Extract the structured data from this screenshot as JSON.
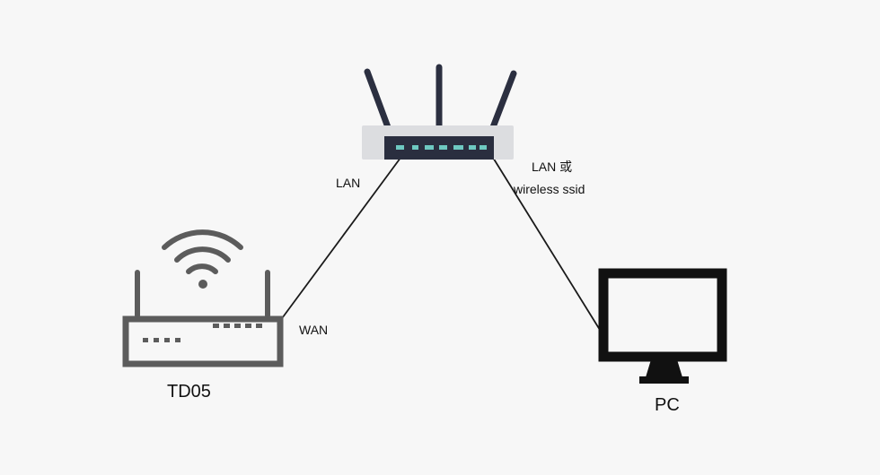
{
  "nodes": {
    "main_router": {
      "icon": "wireless-router-icon"
    },
    "td05": {
      "label": "TD05",
      "icon": "wifi-router-icon"
    },
    "pc": {
      "label": "PC",
      "icon": "monitor-icon"
    }
  },
  "links": {
    "router_to_td05": {
      "router_end_label": "LAN",
      "td05_end_label": "WAN"
    },
    "router_to_pc": {
      "label_line1": "LAN 或",
      "label_line2": "wireless ssid"
    }
  },
  "colors": {
    "background": "#f7f7f7",
    "router_body": "#dcdde0",
    "router_panel": "#2a2e3f",
    "router_leds": "#6ec9c1",
    "device_gray": "#5c5c5c",
    "monitor_black": "#111111"
  }
}
